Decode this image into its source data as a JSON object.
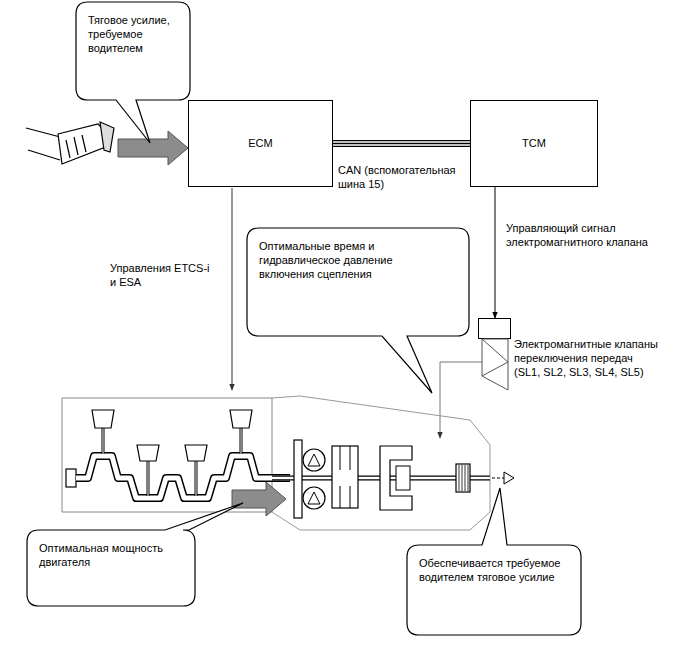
{
  "diagram": {
    "nodes": [
      {
        "text": [
          "Тяговое усилие, требуемое водителем"
        ]
      },
      {
        "text": [
          "ECM"
        ]
      },
      {
        "text": [
          "TCM"
        ]
      },
      {
        "text": [
          "Оптимальные время и гидравлическое давление включения сцепления"
        ]
      },
      {
        "text": [
          "Электромагнитные клапаны переключения передач (SL1, SL2, SL3, SL4, SL5)"
        ]
      },
      {
        "text": [
          "Оптимальная мощность двигателя"
        ]
      },
      {
        "text": [
          "Обеспечивается требуемое водителем тяговое усилие"
        ]
      }
    ],
    "edges": [
      {
        "from": 1,
        "to": 2,
        "arrow": "none",
        "label": "CAN (вспомогательная шина 15)"
      },
      {
        "from": 2,
        "to": 4,
        "arrow": "to",
        "label": "Управляющий сигнал электромагнитного клапана"
      }
    ],
    "labels": [
      "Управления ETCS-i и ESA"
    ]
  }
}
